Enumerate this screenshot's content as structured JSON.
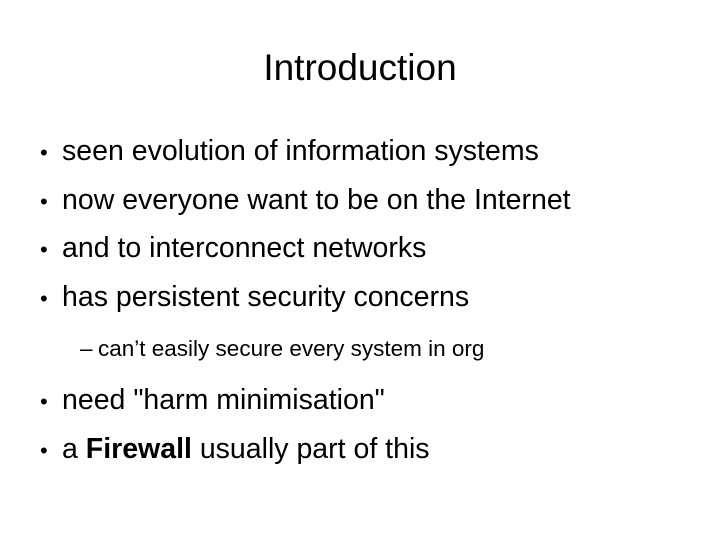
{
  "slide": {
    "title": "Introduction",
    "bullet_marker": "•",
    "sub_marker": "–",
    "bullets": [
      {
        "text": "seen evolution of information systems",
        "bold_segment": ""
      },
      {
        "text": "now everyone want to be on the Internet",
        "bold_segment": ""
      },
      {
        "text": "and to interconnect networks",
        "bold_segment": ""
      },
      {
        "text": "has persistent security concerns",
        "bold_segment": ""
      }
    ],
    "sub_bullets": [
      {
        "text": "can’t easily secure every system in org"
      }
    ],
    "bullets_after": [
      {
        "prefix": "need \"harm minimisation\"",
        "bold": "",
        "suffix": ""
      },
      {
        "prefix": "a ",
        "bold": "Firewall",
        "suffix": " usually part of this"
      }
    ],
    "colors": {
      "background": "#ffffff",
      "text": "#000000"
    }
  }
}
